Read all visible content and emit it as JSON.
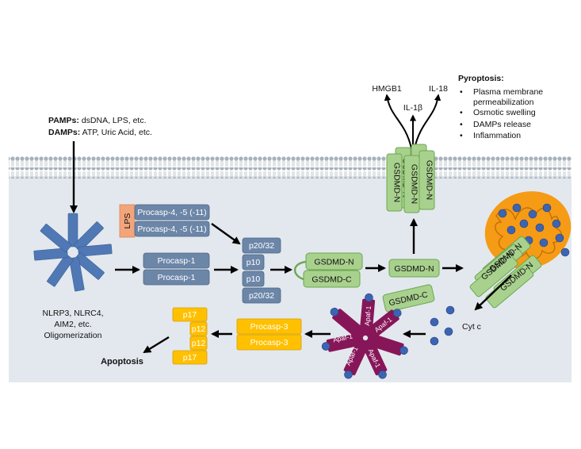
{
  "stimuli": {
    "pamps_label": "PAMPs:",
    "pamps_text": " dsDNA, LPS, etc.",
    "damps_label": "DAMPs:",
    "damps_text": " ATP, Uric Acid, etc."
  },
  "inflammasome": {
    "caption_lines": [
      "NLRP3, NLRC4,",
      "AIM2, etc.",
      "Oligomerization"
    ]
  },
  "lps_tag": "LPS",
  "procaspases": {
    "noncanonical": [
      "Procasp-4, -5 (-11)",
      "Procasp-4, -5 (-11)"
    ],
    "casp1": [
      "Procasp-1",
      "Procasp-1"
    ],
    "casp3": [
      "Procasp-3",
      "Procasp-3"
    ]
  },
  "active_caspase_1": [
    "p20/32",
    "p10",
    "p10",
    "p20/32"
  ],
  "active_caspase_3": [
    "p17",
    "p12",
    "p12",
    "p17"
  ],
  "gasdermin": {
    "full_n": "GSDMD-N",
    "full_c": "GSDMD-C",
    "cleaved_n": "GSDMD-N",
    "cleaved_c": "GSDMD-C",
    "pore_label": "GSDMD-N",
    "mito_pore_label": "GSDMD-N"
  },
  "released": {
    "hmgb1": "HMGB1",
    "il1b": "IL-1β",
    "il18": "IL-18"
  },
  "pyroptosis": {
    "title": "Pyroptosis:",
    "items": [
      "Plasma membrane",
      "permeabilization",
      "Osmotic swelling",
      "DAMPs release",
      "Inflammation"
    ]
  },
  "cyt_c": "Cyt c",
  "apoptosome_label": "Apaf-1",
  "apoptosis": "Apoptosis",
  "colors": {
    "cytoplasm": "#e3e8ee",
    "membrane_head": "#a7b1bc",
    "inflammasome": "#4f78b5",
    "procaspase": "#6c86a8",
    "lps": "#f2a57a",
    "gsdmd": "#a9d18e",
    "gsdmd_border": "#6aa84f",
    "mitochondrion": "#f59b16",
    "cytc": "#3d64b3",
    "apaf1": "#871659",
    "caspase3": "#ffc000"
  }
}
